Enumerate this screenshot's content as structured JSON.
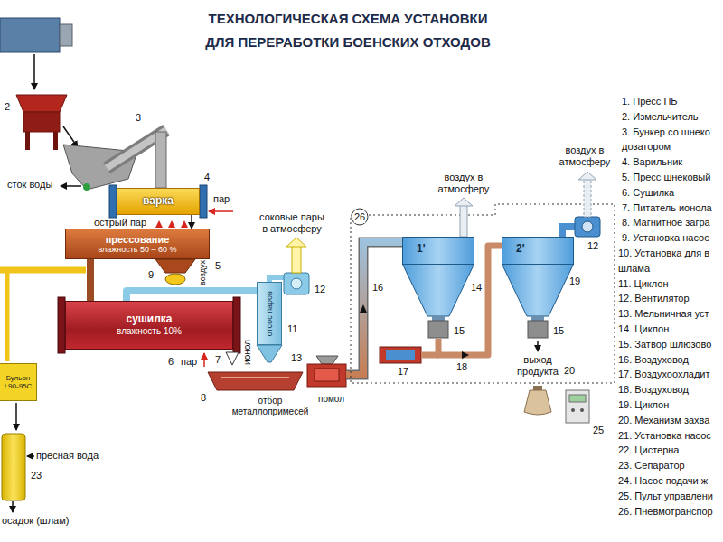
{
  "diagram": {
    "title": "ТЕХНОЛОГИЧЕСКАЯ СХЕМА УСТАНОВКИ ДЛЯ ПЕРЕРАБОТКИ БОЕНСКИХ ОТХОДОВ",
    "nodes": [
      {
        "text": [
          "варка"
        ]
      },
      {
        "text": [
          "прессование",
          "влажность 50 – 60 %"
        ]
      },
      {
        "text": [
          "сушилка",
          "влажность 10%"
        ]
      },
      {
        "text": [
          "отсос паров"
        ]
      },
      {
        "text": [
          "1'"
        ]
      },
      {
        "text": [
          "2'"
        ]
      },
      {
        "text": [
          "Бульон",
          "t 90-95С"
        ]
      }
    ],
    "edges": [
      {
        "from": 0,
        "to": 1,
        "arrow": "to"
      },
      {
        "from": 1,
        "to": 2,
        "arrow": "none"
      },
      {
        "from": 2,
        "to": 3,
        "arrow": "none"
      },
      {
        "from": 4,
        "to": 5,
        "arrow": "none"
      }
    ],
    "labels": [
      "сток воды",
      "острый пар",
      "пар",
      "воздух",
      "соковые пары в атмосферу",
      "воздух в атмосферу",
      "воздух в атмосферу",
      "пар",
      "ионол",
      "отбор металлопримесей",
      "помол",
      "выход продукта",
      "пресная вода",
      "осадок (шлам)",
      "2",
      "3",
      "4",
      "5",
      "9",
      "6",
      "7",
      "8",
      "11",
      "12",
      "13",
      "26",
      "16",
      "14",
      "15",
      "17",
      "18",
      "19",
      "15",
      "12",
      "20",
      "25",
      "23",
      "1. Пресс ПБ",
      "2. Измельчитель",
      "3. Бункер со шнеко дозатором",
      "4. Варильник",
      "5. Пресс шнековый",
      "6. Сушилка",
      "7. Питатель ионола",
      "8. Магнитное загра",
      "9. Установка насос",
      "10. Установка для в шлама",
      "11. Циклон",
      "12. Вентилятор",
      "13. Мельничная уст",
      "14. Циклон",
      "15. Затвор шлюзово",
      "16. Воздуховод",
      "17. Воздухоохладит",
      "18. Воздуховод",
      "19. Циклон",
      "20. Механизм захва",
      "21. Установка насос",
      "22. Цистерна",
      "23. Сепаратор",
      "24. Насос подачи ж",
      "25. Пульт управлени",
      "26. Пневмотранспор"
    ]
  }
}
